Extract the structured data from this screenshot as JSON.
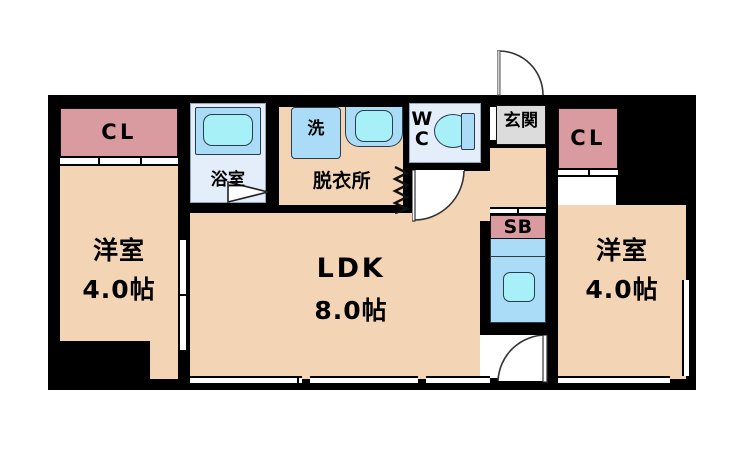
{
  "document": {
    "kind": "floor-plan",
    "title": "1LDK apartment floor plan",
    "background_color": "#ffffff"
  },
  "palette": {
    "wall": "#000000",
    "floor": "#f3d4b4",
    "closet": "#d99aa0",
    "wet_area": "#e4eefb",
    "fixture": "#aadcf7",
    "fixture_light": "#a8f0f7",
    "entry_floor": "#dcdcdc",
    "window": "#ffffff"
  },
  "rooms": {
    "bedroom_left": {
      "name": "洋室",
      "area": "4.0帖"
    },
    "bedroom_right": {
      "name": "洋室",
      "area": "4.0帖"
    },
    "living": {
      "name": "LDK",
      "area": "8.0帖"
    },
    "bath": {
      "name": "浴室"
    },
    "dressing": {
      "name": "脱衣所"
    },
    "toilet": {
      "name": "WC"
    },
    "entrance": {
      "name": "玄関"
    }
  },
  "closets": {
    "left": "CL",
    "right": "CL",
    "shoe_box": "SB"
  },
  "fixtures": {
    "washer": "洗",
    "bathtub": "bathtub",
    "lavatory": "lavatory-sink",
    "toilet_bowl": "toilet-bowl",
    "kitchen_sink": "kitchen-sink",
    "stove": "stove"
  }
}
